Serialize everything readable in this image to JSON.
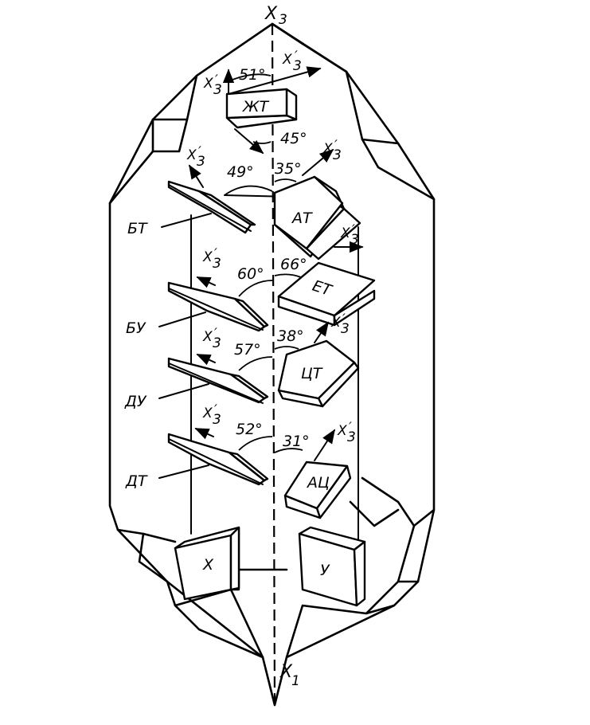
{
  "axes": {
    "top": "X",
    "top_sub": "3",
    "bottom": "X",
    "bottom_sub": "1"
  },
  "axis_label_prime": "X",
  "axis_label_prime_sub": "3",
  "axis_label_prime_mark": "′",
  "cuts": {
    "zht": {
      "label": "ЖТ",
      "angle": "51°",
      "angle2": "45°"
    },
    "bt": {
      "label": "БТ",
      "angle": "49°"
    },
    "at": {
      "label": "АТ",
      "angle": "35°"
    },
    "bu": {
      "label": "БУ",
      "angle": "60°"
    },
    "et": {
      "label": "ЕТ",
      "angle": "66°"
    },
    "du": {
      "label": "ДУ",
      "angle": "57°"
    },
    "tst": {
      "label": "ЦТ",
      "angle": "38°"
    },
    "dt": {
      "label": "ДТ",
      "angle": "52°"
    },
    "ats": {
      "label": "АЦ",
      "angle": "31°"
    },
    "x": {
      "label": "X"
    },
    "y": {
      "label": "У"
    }
  }
}
